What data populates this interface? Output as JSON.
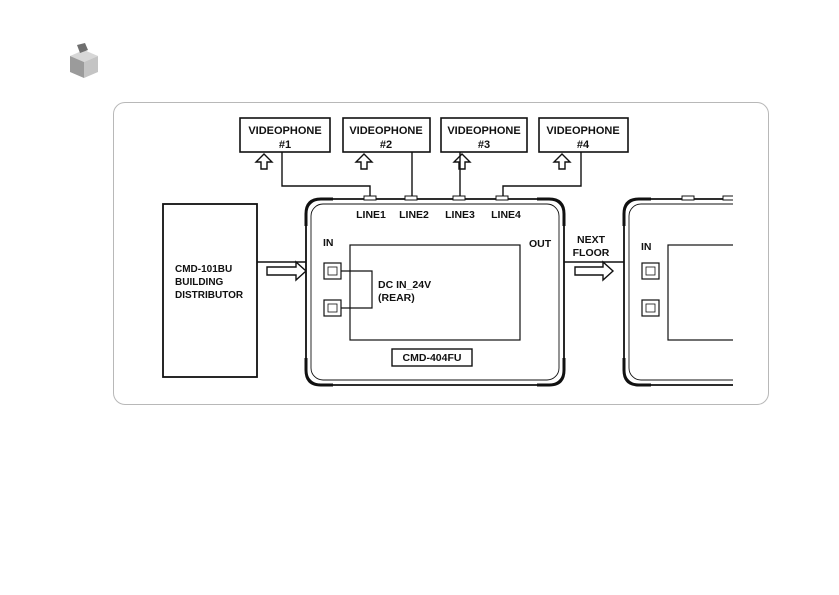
{
  "icon": "package-box-icon",
  "videophones": [
    {
      "title": "VIDEOPHONE",
      "number": "#1"
    },
    {
      "title": "VIDEOPHONE",
      "number": "#2"
    },
    {
      "title": "VIDEOPHONE",
      "number": "#3"
    },
    {
      "title": "VIDEOPHONE",
      "number": "#4"
    }
  ],
  "lines": [
    "LINE1",
    "LINE2",
    "LINE3",
    "LINE4"
  ],
  "distributor": {
    "line1": "CMD-101BU",
    "line2": "BUILDING",
    "line3": "DISTRIBUTOR"
  },
  "unit": {
    "in_label": "IN",
    "out_label": "OUT",
    "dc_label": "DC IN_24V",
    "rear_label": "(REAR)",
    "model": "CMD-404FU"
  },
  "next_floor": {
    "line1": "NEXT",
    "line2": "FLOOR"
  },
  "next_unit": {
    "in_label": "IN"
  }
}
